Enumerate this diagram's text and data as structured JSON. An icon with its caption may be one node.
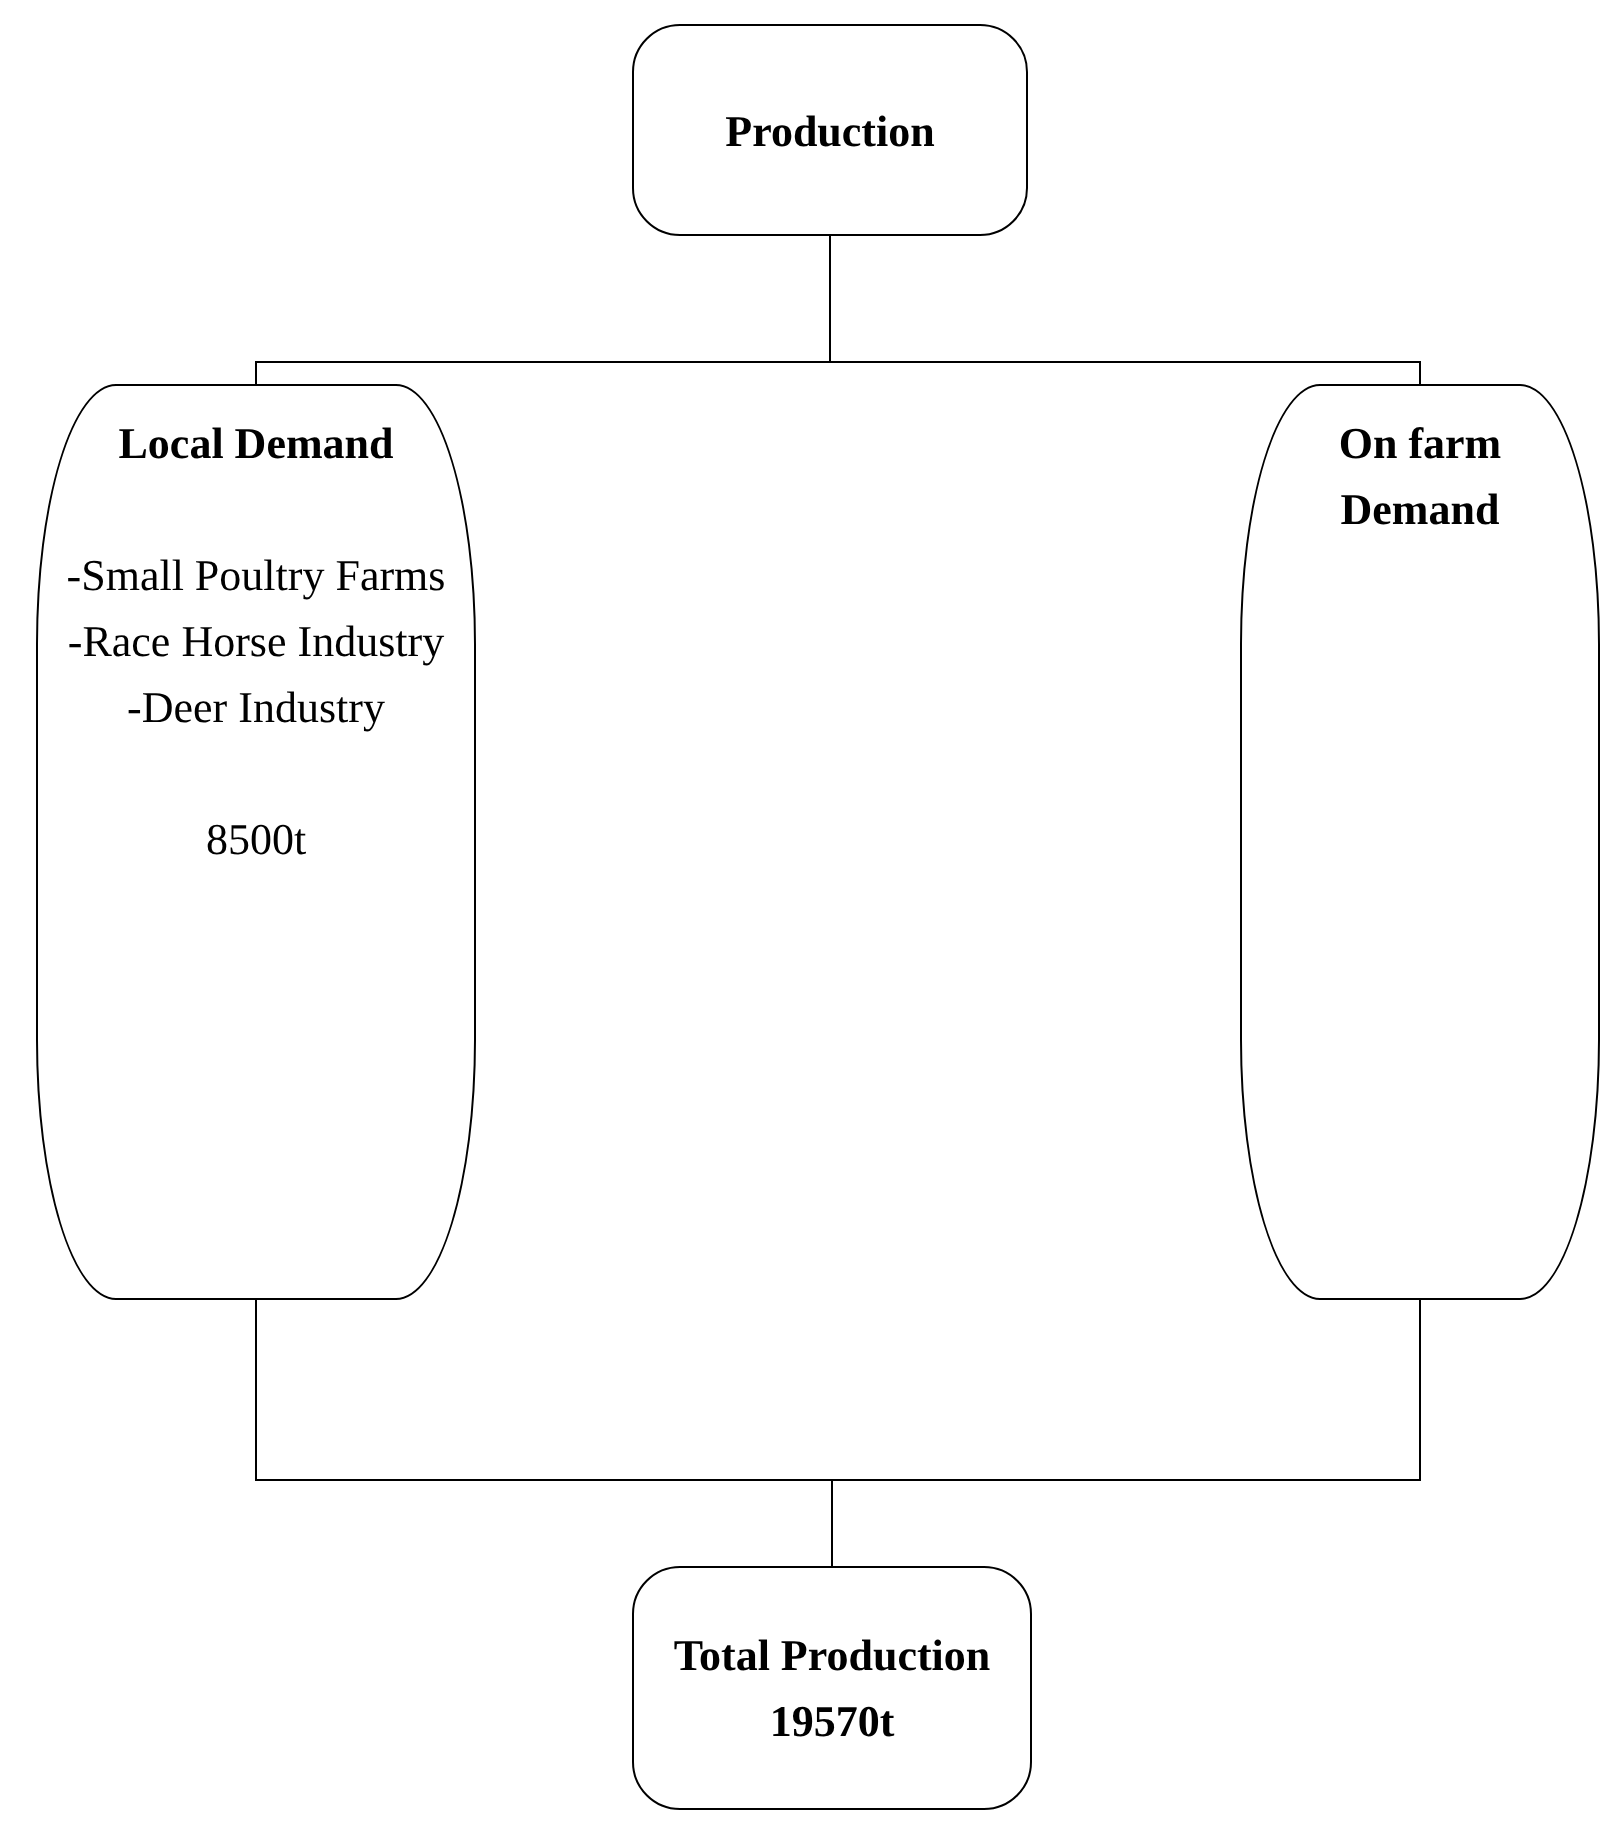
{
  "diagram": {
    "nodes": [
      {
        "text": [
          "Production"
        ]
      },
      {
        "text": [
          "Local Demand",
          "-Small Poultry Farms",
          "-Race Horse Industry",
          "-Deer Industry",
          "8500t"
        ]
      },
      {
        "text": [
          "On farm Demand"
        ]
      },
      {
        "text": [
          "Total Production 19570t"
        ]
      }
    ],
    "edges": [
      {
        "from": 0,
        "to": 1,
        "arrow": "none"
      },
      {
        "from": 0,
        "to": 2,
        "arrow": "none"
      },
      {
        "from": 1,
        "to": 3,
        "arrow": "none"
      },
      {
        "from": 2,
        "to": 3,
        "arrow": "none"
      }
    ]
  }
}
